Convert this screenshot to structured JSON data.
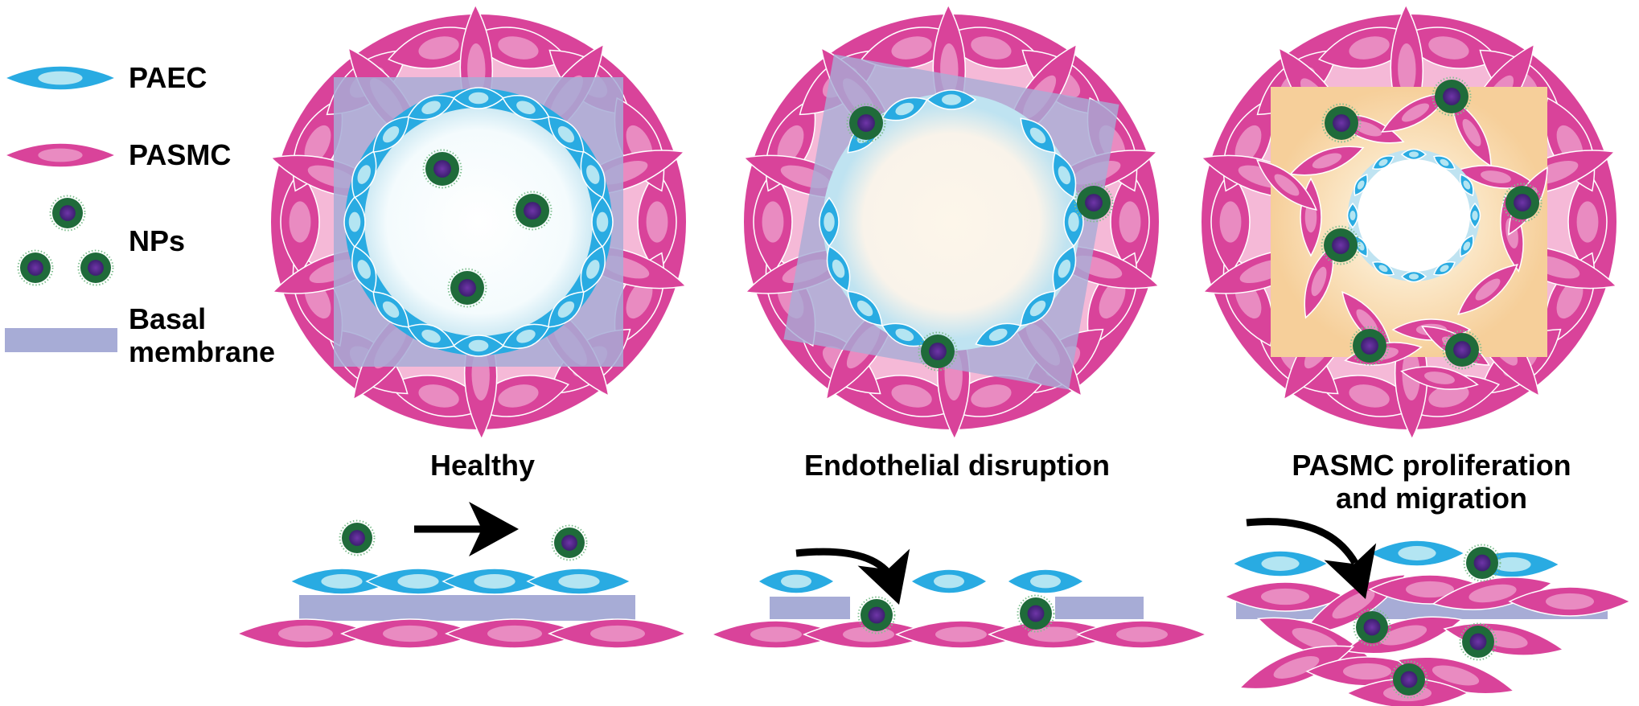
{
  "legend": {
    "paec": "PAEC",
    "pasmc": "PASMC",
    "nps": "NPs",
    "basal_line1": "Basal",
    "basal_line2": "membrane"
  },
  "panels": [
    {
      "title": "Healthy"
    },
    {
      "title": "Endothelial disruption"
    },
    {
      "title_line1": "PASMC proliferation",
      "title_line2": "and migration"
    }
  ],
  "colors": {
    "paec": "#29abe2",
    "paec_nucleus": "#b3e5f2",
    "pasmc": "#d9439a",
    "pasmc_nucleus": "#e98bc1",
    "pasmc_light": "#f7c6de",
    "basal": "#a7acd6",
    "np_shell": "#1f6b3a",
    "np_core": "#5a2d91",
    "lumen_disrupted": "#fdf6ea",
    "proliferation_bg": "#f8d9a8"
  }
}
